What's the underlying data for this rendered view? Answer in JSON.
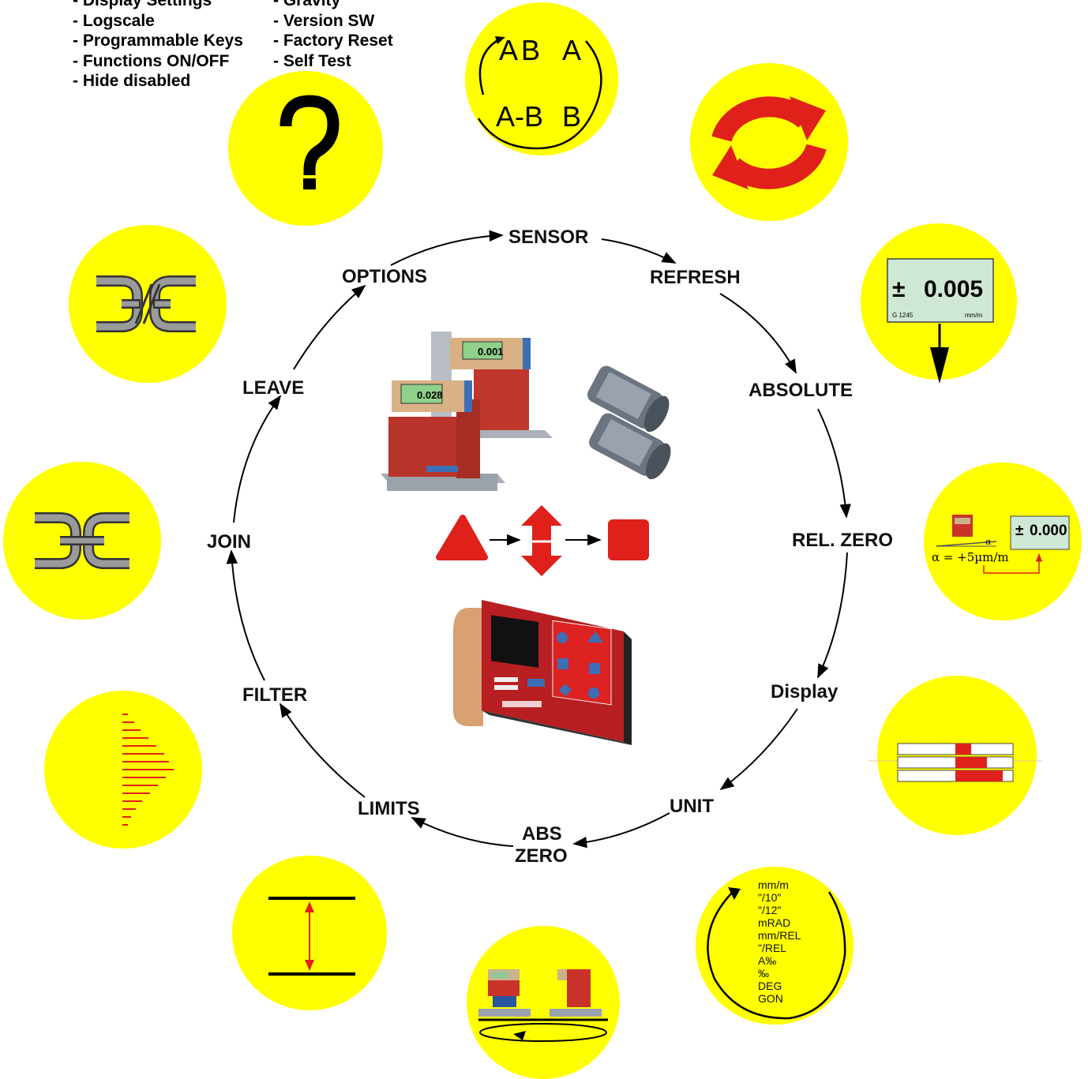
{
  "notes": {
    "left": [
      "- Display Settings",
      "- Logscale",
      "- Programmable Keys",
      "- Functions ON/OFF",
      "- Hide disabled"
    ],
    "right": [
      "- Gravity",
      "- Version SW",
      "- Factory Reset",
      "- Self Test"
    ]
  },
  "cycle": {
    "sensor": "SENSOR",
    "refresh": "REFRESH",
    "absolute": "ABSOLUTE",
    "rel_zero": "REL. ZERO",
    "display": "Display",
    "unit": "UNIT",
    "abs_zero_1": "ABS",
    "abs_zero_2": "ZERO",
    "limits": "LIMITS",
    "filter": "FILTER",
    "join": "JOIN",
    "leave": "LEAVE",
    "options": "OPTIONS"
  },
  "icons": {
    "options": "question-mark-icon",
    "sensor": "sensor-select-ab-icon",
    "refresh": "refresh-arrows-icon",
    "absolute": "absolute-readout-icon",
    "rel_zero": "rel-zero-icon",
    "display": "bar-display-icon",
    "unit": "unit-cycle-icon",
    "abs_zero": "abs-zero-rotate-icon",
    "limits": "limits-icon",
    "filter": "filter-histogram-icon",
    "join": "chain-link-icon",
    "leave": "broken-chain-icon"
  },
  "sensor_icon": {
    "top_left": "A",
    "top_mid": "B",
    "top_right": "A",
    "bottom_left": "A-B",
    "bottom_right": "B"
  },
  "absolute_icon": {
    "value": "0.005",
    "sign": "±",
    "serial": "G 1245",
    "unit": "mm/m"
  },
  "rel_zero_icon": {
    "value": "0.000",
    "sign": "±",
    "alpha_label": "α",
    "equation": "α = +5µm/m"
  },
  "unit_icon": {
    "units": [
      "mm/m",
      "\"/10\"",
      "\"/12\"",
      "mRAD",
      "mm/REL",
      "\"/REL",
      "A‰",
      "‰",
      "DEG",
      "GON"
    ]
  },
  "center_devices": {
    "lcd_back": "0.001",
    "lcd_front": "0.028"
  },
  "colors": {
    "yellow": "#ffff00",
    "red": "#e0201b",
    "gray_chain": "#9a9a9a"
  }
}
